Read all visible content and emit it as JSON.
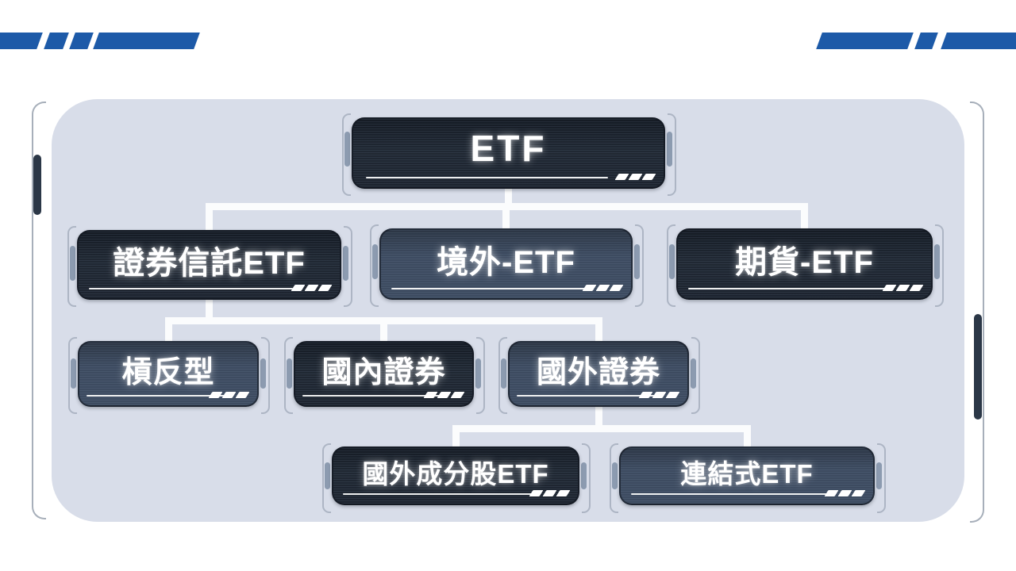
{
  "colors": {
    "page_background": "#ffffff",
    "accent_stripe_blue": "#1d5aa8",
    "panel_background": "#d8dde9",
    "node_dark_fill": "#1d242f",
    "node_slate_fill": "#3d4b60",
    "node_text": "#ffffff",
    "connector": "#fbfcfd",
    "handle_light": "#8c9bb0",
    "handle_dark": "#2b3747"
  },
  "diagram": {
    "type": "tree",
    "root_label": "ETF",
    "nodes": [
      {
        "id": "etf",
        "label": "ETF",
        "level": 1,
        "variant": "dark"
      },
      {
        "id": "securities-trust-etf",
        "label": "證券信託ETF",
        "level": 2,
        "variant": "dark"
      },
      {
        "id": "offshore-etf",
        "label": "境外-ETF",
        "level": 2,
        "variant": "slate"
      },
      {
        "id": "futures-etf",
        "label": "期貨-ETF",
        "level": 2,
        "variant": "dark"
      },
      {
        "id": "leveraged-inverse",
        "label": "槓反型",
        "level": 3,
        "variant": "slate"
      },
      {
        "id": "domestic-securities",
        "label": "國內證券",
        "level": 3,
        "variant": "dark"
      },
      {
        "id": "foreign-securities",
        "label": "國外證券",
        "level": 3,
        "variant": "slate"
      },
      {
        "id": "foreign-component-etf",
        "label": "國外成分股ETF",
        "level": 4,
        "variant": "dark"
      },
      {
        "id": "linked-etf",
        "label": "連結式ETF",
        "level": 4,
        "variant": "slate"
      }
    ],
    "edges": [
      {
        "from": "ETF",
        "to": "證券信託ETF"
      },
      {
        "from": "ETF",
        "to": "境外-ETF"
      },
      {
        "from": "ETF",
        "to": "期貨-ETF"
      },
      {
        "from": "證券信託ETF",
        "to": "槓反型"
      },
      {
        "from": "證券信託ETF",
        "to": "國內證券"
      },
      {
        "from": "證券信託ETF",
        "to": "國外證券"
      },
      {
        "from": "國外證券",
        "to": "國外成分股ETF"
      },
      {
        "from": "國外證券",
        "to": "連結式ETF"
      }
    ]
  }
}
